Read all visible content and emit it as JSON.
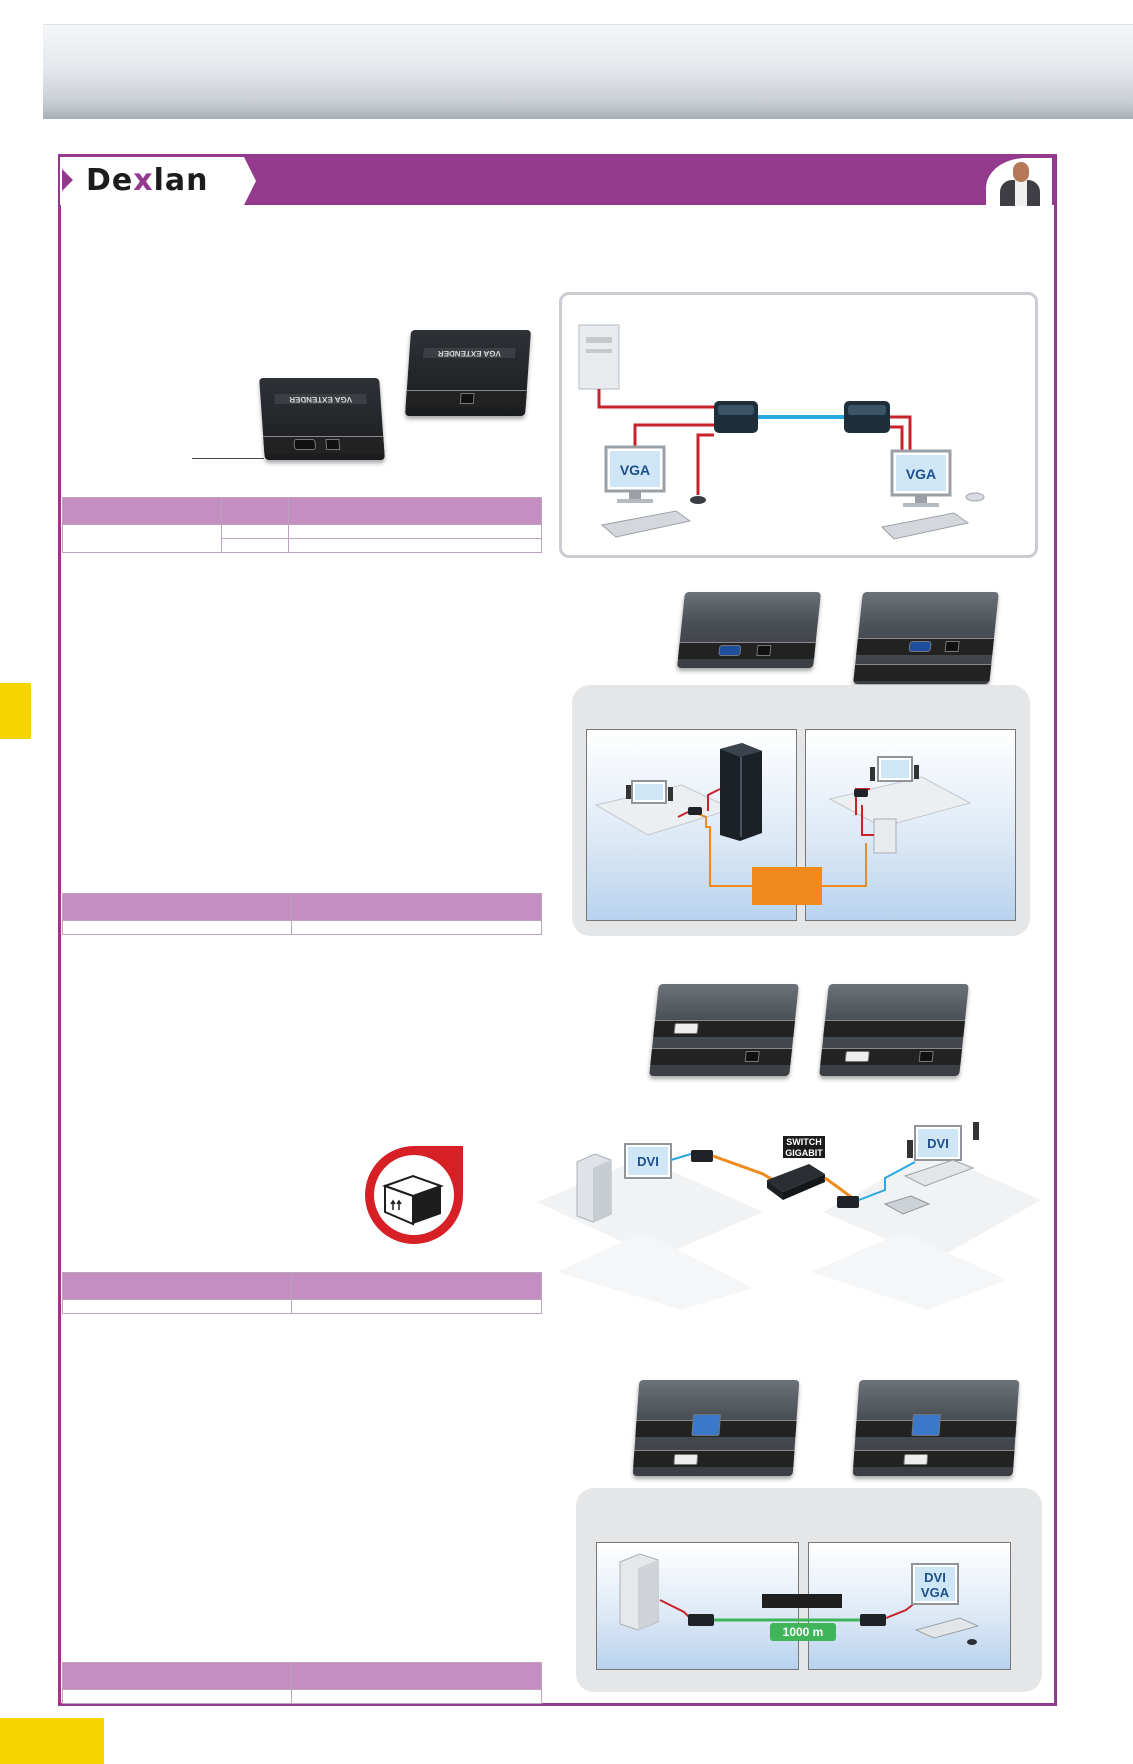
{
  "brand": {
    "logo_prefix": "De",
    "logo_x": "x",
    "logo_suffix": "lan"
  },
  "section1": {
    "product_labels": [
      "VGA EXTENDER",
      "VGA EXTENDER"
    ],
    "diagram_screens": [
      "VGA",
      "VGA"
    ]
  },
  "section3": {
    "switch_label_line1": "SWITCH",
    "switch_label_line2": "GIGABIT",
    "screens": [
      "DVI",
      "DVI"
    ]
  },
  "section4": {
    "distance": "1000 m",
    "screen_line1": "DVI",
    "screen_line2": "VGA"
  },
  "colors": {
    "brand_purple": "#943a8e",
    "table_header": "#c28fc0",
    "tab_yellow": "#f6d400",
    "cable_red": "#c8232c",
    "cable_blue": "#27a8e0",
    "cable_orange": "#f08a1c",
    "label_green": "#3eb559"
  }
}
